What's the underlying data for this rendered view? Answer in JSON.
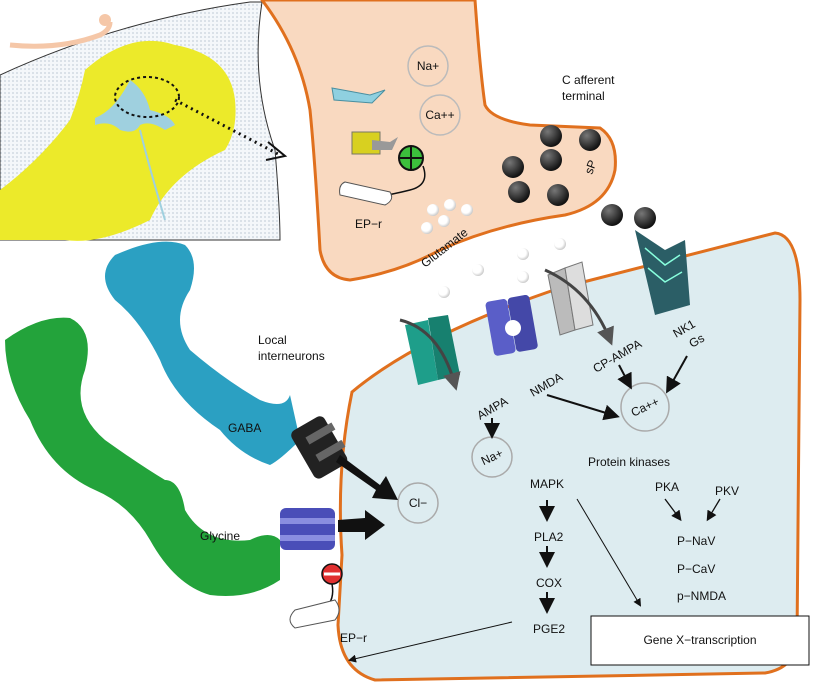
{
  "terminal": {
    "title_line1": "C afferent",
    "title_line2": "terminal",
    "na": "Na+",
    "ca": "Ca++",
    "sp": "sP",
    "glutamate": "Glutamate",
    "ep_r_top": "EP−r"
  },
  "receptors": {
    "ampa": "AMPA",
    "nmda": "NMDA",
    "cp_ampa": "CP-AMPA",
    "nk1": "NK1",
    "gs": "Gs"
  },
  "ions": {
    "na": "Na+",
    "ca": "Ca++",
    "cl": "Cl−"
  },
  "interneurons": {
    "title_line1": "Local",
    "title_line2": "interneurons",
    "gaba": "GABA",
    "glycine": "Glycine",
    "ep_r_bottom": "EP−r"
  },
  "pathway": {
    "protein_kinases": "Protein kinases",
    "mapk": "MAPK",
    "pla2": "PLA2",
    "cox": "COX",
    "pge2": "PGE2",
    "pka": "PKA",
    "pkv": "PKV",
    "p_nav": "P−NaV",
    "p_cav": "P−CaV",
    "p_nmda": "p−NMDA",
    "gene": "Gene X−transcription"
  },
  "colors": {
    "terminal": "#f9d9c0",
    "membrane": "#e0701e",
    "cell": "#ddecf0",
    "interneuron_blue": "#2ba0c2",
    "interneuron_green": "#23a33b",
    "inset_yellow": "#ecea2a",
    "ampa": "#1e9e8a",
    "nmda": "#5a5ec8"
  }
}
